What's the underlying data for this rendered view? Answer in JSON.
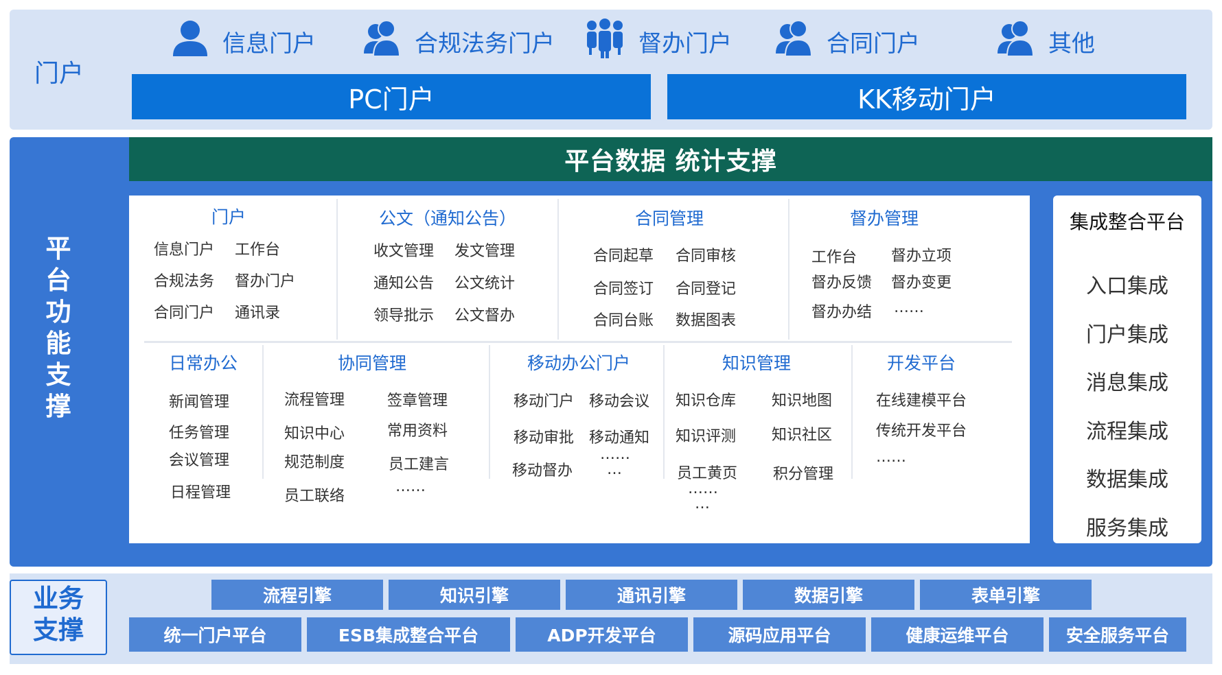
{
  "colors": {
    "portal_bg": "#d7e3f5",
    "accent_blue": "#1f6ad0",
    "bar_blue": "#0a72d8",
    "platform_blue": "#3776d3",
    "stats_green": "#0e6455",
    "engine_blue": "#4f86d6"
  },
  "portal": {
    "label": "门户",
    "items": [
      {
        "label": "信息门户",
        "icon": "user-icon"
      },
      {
        "label": "合规法务门户",
        "icon": "users-icon"
      },
      {
        "label": "督办门户",
        "icon": "group-icon"
      },
      {
        "label": "合同门户",
        "icon": "users-icon"
      },
      {
        "label": "其他",
        "icon": "users-icon"
      }
    ],
    "bars": [
      "PC门户",
      "KK移动门户"
    ]
  },
  "platform": {
    "label": "平台功能支撑",
    "stats_bar": "平台数据  统计支撑",
    "top_sections": [
      {
        "title": "门户",
        "items": [
          "信息门户",
          "工作台",
          "合规法务",
          "督办门户",
          "合同门户",
          "通讯录"
        ]
      },
      {
        "title": "公文（通知公告）",
        "items": [
          "收文管理",
          "发文管理",
          "通知公告",
          "公文统计",
          "领导批示",
          "公文督办"
        ]
      },
      {
        "title": "合同管理",
        "items": [
          "合同起草",
          "合同审核",
          "合同签订",
          "合同登记",
          "合同台账",
          "数据图表"
        ]
      },
      {
        "title": "督办管理",
        "items": [
          "工作台",
          "督办立项",
          "督办反馈",
          "督办变更",
          "督办办结",
          "……"
        ]
      }
    ],
    "bottom_sections": [
      {
        "title": "日常办公",
        "items": [
          "新闻管理",
          "任务管理",
          "会议管理",
          "日程管理"
        ]
      },
      {
        "title": "协同管理",
        "items": [
          "流程管理",
          "签章管理",
          "知识中心",
          "常用资料",
          "规范制度",
          "员工建言",
          "员工联络",
          "……"
        ]
      },
      {
        "title": "移动办公门户",
        "items": [
          "移动门户",
          "移动会议",
          "移动审批",
          "移动通知",
          "移动督办",
          "……",
          "…"
        ]
      },
      {
        "title": "知识管理",
        "items": [
          "知识仓库",
          "知识地图",
          "知识评测",
          "知识社区",
          "员工黄页",
          "积分管理",
          "……",
          "…"
        ]
      },
      {
        "title": "开发平台",
        "items": [
          "在线建模平台",
          "传统开发平台",
          "……"
        ]
      }
    ],
    "integration": {
      "title": "集成整合平台",
      "items": [
        "入口集成",
        "门户集成",
        "消息集成",
        "流程集成",
        "数据集成",
        "服务集成"
      ]
    }
  },
  "business": {
    "label": "业务支撑",
    "engines": [
      "流程引擎",
      "知识引擎",
      "通讯引擎",
      "数据引擎",
      "表单引擎"
    ],
    "platforms": [
      "统一门户平台",
      "ESB集成整合平台",
      "ADP开发平台",
      "源码应用平台",
      "健康运维平台",
      "安全服务平台"
    ]
  }
}
